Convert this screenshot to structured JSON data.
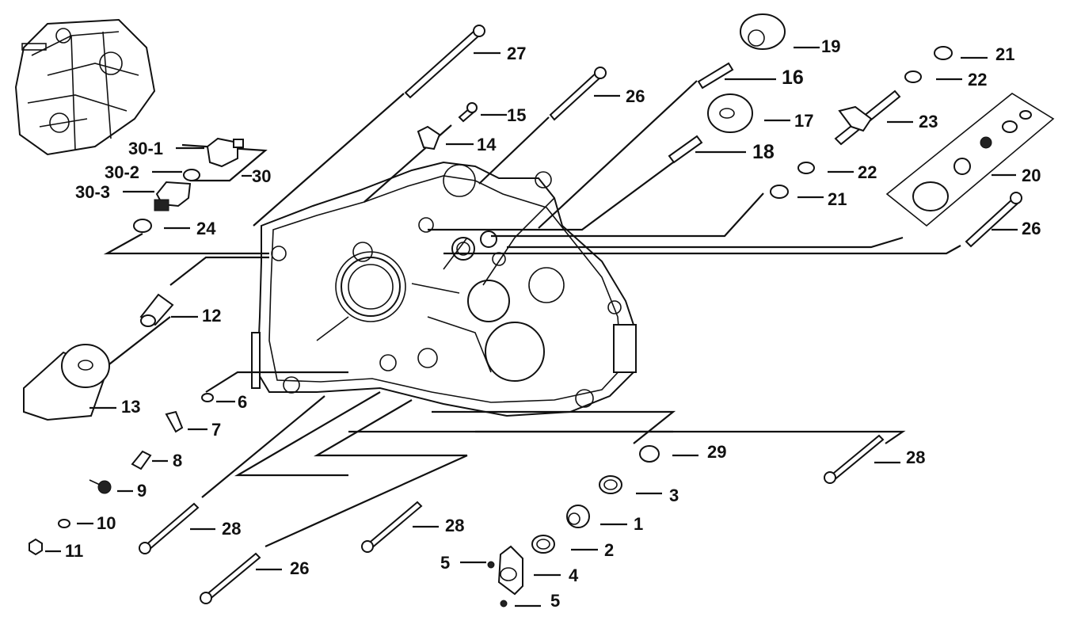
{
  "diagram": {
    "title": "Crankcase (right half) exploded view",
    "colors": {
      "line": "#111111",
      "background": "#ffffff"
    },
    "labels": [
      {
        "id": "p27",
        "text": "27"
      },
      {
        "id": "p26a",
        "text": "26"
      },
      {
        "id": "p15",
        "text": "15"
      },
      {
        "id": "p14",
        "text": "14"
      },
      {
        "id": "p30-1",
        "text": "30-1"
      },
      {
        "id": "p30-2",
        "text": "30-2"
      },
      {
        "id": "p30-3",
        "text": "30-3"
      },
      {
        "id": "p30",
        "text": "30"
      },
      {
        "id": "p24",
        "text": "24"
      },
      {
        "id": "p19",
        "text": "19"
      },
      {
        "id": "p16",
        "text": "16"
      },
      {
        "id": "p17",
        "text": "17"
      },
      {
        "id": "p18",
        "text": "18"
      },
      {
        "id": "p21a",
        "text": "21"
      },
      {
        "id": "p22a",
        "text": "22"
      },
      {
        "id": "p23",
        "text": "23"
      },
      {
        "id": "p22b",
        "text": "22"
      },
      {
        "id": "p21b",
        "text": "21"
      },
      {
        "id": "p20",
        "text": "20"
      },
      {
        "id": "p26b",
        "text": "26"
      },
      {
        "id": "p12",
        "text": "12"
      },
      {
        "id": "p13",
        "text": "13"
      },
      {
        "id": "p6",
        "text": "6"
      },
      {
        "id": "p7",
        "text": "7"
      },
      {
        "id": "p8",
        "text": "8"
      },
      {
        "id": "p9",
        "text": "9"
      },
      {
        "id": "p10",
        "text": "10"
      },
      {
        "id": "p11",
        "text": "11"
      },
      {
        "id": "p28a",
        "text": "28"
      },
      {
        "id": "p28b",
        "text": "28"
      },
      {
        "id": "p28c",
        "text": "28"
      },
      {
        "id": "p26c",
        "text": "26"
      },
      {
        "id": "p29",
        "text": "29"
      },
      {
        "id": "p3",
        "text": "3"
      },
      {
        "id": "p1",
        "text": "1"
      },
      {
        "id": "p2",
        "text": "2"
      },
      {
        "id": "p5a",
        "text": "5"
      },
      {
        "id": "p4",
        "text": "4"
      },
      {
        "id": "p5b",
        "text": "5"
      }
    ]
  }
}
